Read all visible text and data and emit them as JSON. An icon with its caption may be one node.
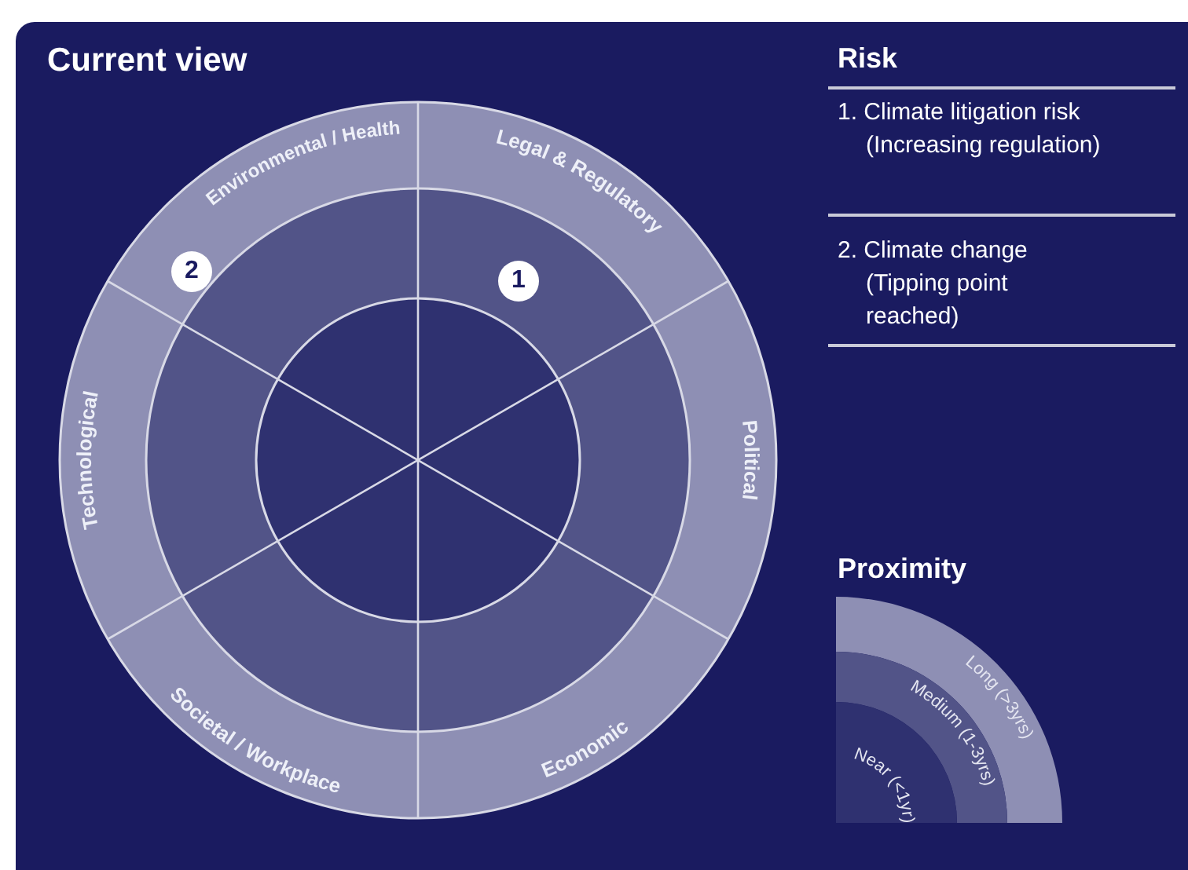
{
  "diagram": {
    "title": "Current view",
    "labels": [
      "Environmental / Health",
      "Legal & Regulatory",
      "2",
      "1",
      "Technological",
      "Political",
      "Societal / Workplace",
      "Economic",
      "Risk",
      "1. Climate litigation risk (Increasing regulation)",
      "2. Climate change (Tipping point reached)",
      "Proximity"
    ],
    "legend": [
      {
        "text": "Long (>3yrs)",
        "color": "#8e8fb4"
      },
      {
        "text": "Medium (1-3yrs)",
        "color": "#525488"
      },
      {
        "text": "Near (<1yr)",
        "color": "#2f3170"
      }
    ]
  }
}
